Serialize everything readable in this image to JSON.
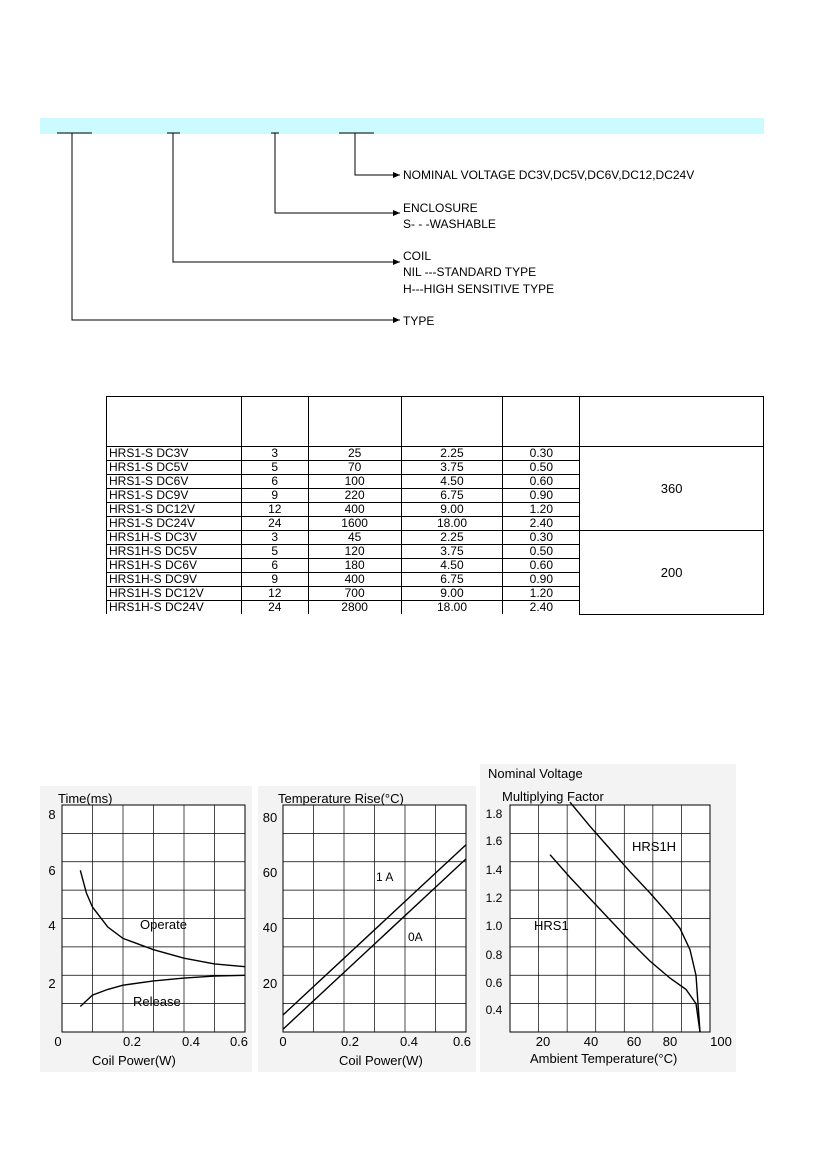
{
  "ordering": {
    "nominal_voltage": "NOMINAL VOLTAGE  DC3V,DC5V,DC6V,DC12,DC24V",
    "enclosure_title": "ENCLOSURE",
    "enclosure_opt": "S- - -WASHABLE",
    "coil_title": "COIL",
    "coil_opt1": "NIL ---STANDARD TYPE",
    "coil_opt2": "H---HIGH SENSITIVE TYPE",
    "type": "TYPE"
  },
  "table": {
    "groups": [
      {
        "merged": "360",
        "rows": [
          [
            "HRS1-S DC3V",
            "3",
            "25",
            "2.25",
            "0.30"
          ],
          [
            "HRS1-S DC5V",
            "5",
            "70",
            "3.75",
            "0.50"
          ],
          [
            "HRS1-S DC6V",
            "6",
            "100",
            "4.50",
            "0.60"
          ],
          [
            "HRS1-S DC9V",
            "9",
            "220",
            "6.75",
            "0.90"
          ],
          [
            "HRS1-S DC12V",
            "12",
            "400",
            "9.00",
            "1.20"
          ],
          [
            "HRS1-S DC24V",
            "24",
            "1600",
            "18.00",
            "2.40"
          ]
        ]
      },
      {
        "merged": "200",
        "rows": [
          [
            "HRS1H-S DC3V",
            "3",
            "45",
            "2.25",
            "0.30"
          ],
          [
            "HRS1H-S DC5V",
            "5",
            "120",
            "3.75",
            "0.50"
          ],
          [
            "HRS1H-S DC6V",
            "6",
            "180",
            "4.50",
            "0.60"
          ],
          [
            "HRS1H-S DC9V",
            "9",
            "400",
            "6.75",
            "0.90"
          ],
          [
            "HRS1H-S DC12V",
            "12",
            "700",
            "9.00",
            "1.20"
          ],
          [
            "HRS1H-S DC24V",
            "24",
            "2800",
            "18.00",
            "2.40"
          ]
        ]
      }
    ]
  },
  "chart_data": [
    {
      "type": "line",
      "ylabel": "Time(ms)",
      "xlabel": "Coil Power(W)",
      "xlim": [
        0,
        0.6
      ],
      "ylim": [
        0,
        8
      ],
      "xticks": [
        "0",
        "0.2",
        "0.4",
        "0.6"
      ],
      "yticks": [
        "2",
        "4",
        "6",
        "8"
      ],
      "grid": true,
      "series": [
        {
          "name": "Operate",
          "x": [
            0.06,
            0.08,
            0.1,
            0.15,
            0.2,
            0.3,
            0.4,
            0.5,
            0.6
          ],
          "y": [
            5.7,
            4.9,
            4.4,
            3.7,
            3.3,
            2.9,
            2.6,
            2.4,
            2.3
          ]
        },
        {
          "name": "Release",
          "x": [
            0.06,
            0.08,
            0.1,
            0.15,
            0.2,
            0.3,
            0.4,
            0.5,
            0.6
          ],
          "y": [
            0.9,
            1.1,
            1.3,
            1.5,
            1.65,
            1.8,
            1.9,
            1.97,
            2.0
          ]
        }
      ]
    },
    {
      "type": "line",
      "ylabel": "Temperature Rise(°C)",
      "xlabel": "Coil Power(W)",
      "xlim": [
        0,
        0.6
      ],
      "ylim": [
        0,
        80
      ],
      "xticks": [
        "0",
        "0.2",
        "0.4",
        "0.6"
      ],
      "yticks": [
        "20",
        "40",
        "60",
        "80"
      ],
      "grid": true,
      "series": [
        {
          "name": "1 A",
          "x": [
            0,
            0.6
          ],
          "y": [
            6,
            66
          ]
        },
        {
          "name": "0A",
          "x": [
            0,
            0.6
          ],
          "y": [
            1,
            61
          ]
        }
      ]
    },
    {
      "type": "line",
      "ylabel": "Nominal Voltage Multiplying Factor",
      "xlabel": "Ambient Temperature(°C)",
      "ylabel_line1": "Nominal Voltage",
      "ylabel_line2": "Multiplying Factor",
      "xlim": [
        0,
        100
      ],
      "ylim": [
        0.2,
        1.8
      ],
      "xticks": [
        "20",
        "40",
        "60",
        "80",
        "100"
      ],
      "yticks": [
        "0.4",
        "0.6",
        "0.8",
        "1.0",
        "1.2",
        "1.4",
        "1.6",
        "1.8"
      ],
      "grid": true,
      "series": [
        {
          "name": "HRS1H",
          "x": [
            30,
            40,
            50,
            60,
            70,
            80,
            85,
            90,
            93,
            95
          ],
          "y": [
            1.82,
            1.65,
            1.49,
            1.33,
            1.18,
            1.02,
            0.93,
            0.78,
            0.6,
            0.2
          ]
        },
        {
          "name": "HRS1",
          "x": [
            20,
            30,
            40,
            50,
            60,
            70,
            80,
            88,
            93,
            95
          ],
          "y": [
            1.45,
            1.29,
            1.14,
            0.99,
            0.84,
            0.7,
            0.58,
            0.5,
            0.4,
            0.2
          ]
        }
      ]
    }
  ]
}
